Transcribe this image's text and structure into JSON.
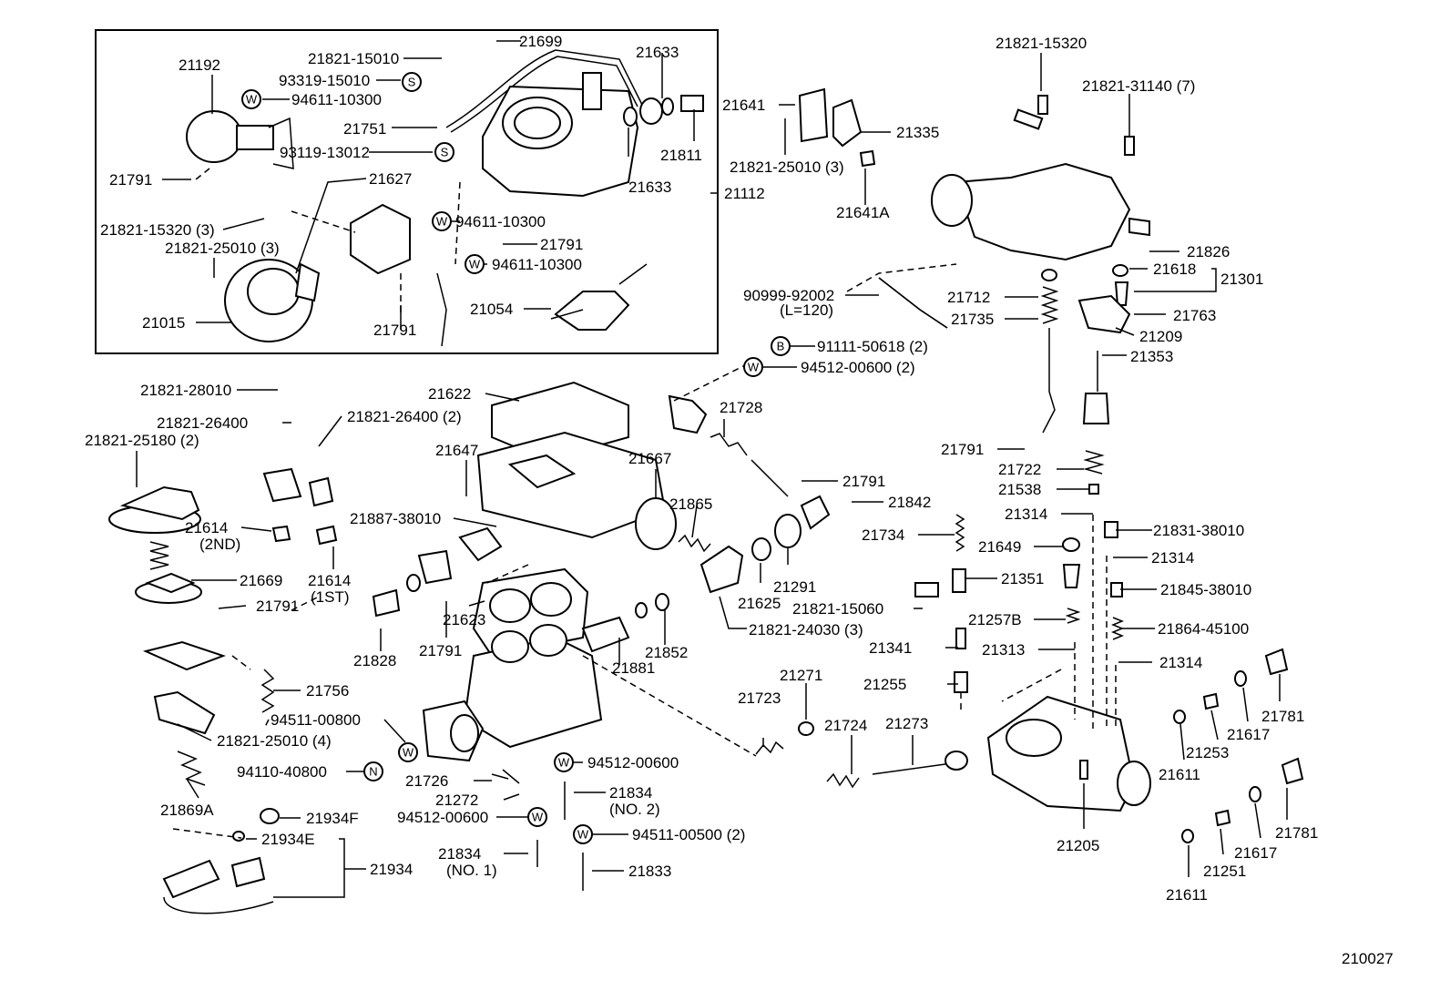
{
  "diagram": {
    "code": "210027",
    "labels": {
      "l21192": "21192",
      "l21821_15010": "21821-15010",
      "l21699": "21699",
      "l21633a": "21633",
      "l93319_15010": "93319-15010",
      "l94611_10300a": "94611-10300",
      "l21751": "21751",
      "l21811": "21811",
      "l93119_13012": "93119-13012",
      "l21791a": "21791",
      "l21627": "21627",
      "l21633b": "21633",
      "l21112": "21112",
      "l21821_15320_3": "21821-15320 (3)",
      "l94611_10300b": "94611-10300",
      "l21821_25010_3a": "21821-25010 (3)",
      "l21791b": "21791",
      "l94611_10300c": "94611-10300",
      "l21054": "21054",
      "l21015": "21015",
      "l21791c": "21791",
      "l21641": "21641",
      "l21335": "21335",
      "l21821_25010_3b": "21821-25010 (3)",
      "l21641a": "21641A",
      "l21821_15320": "21821-15320",
      "l21821_31140": "21821-31140 (7)",
      "l21826": "21826",
      "l21618": "21618",
      "l21301": "21301",
      "l90999_92002": "90999-92002",
      "l120": "(L=120)",
      "l21712": "21712",
      "l21735": "21735",
      "l21763": "21763",
      "l21209": "21209",
      "l91111_50618": "91111-50618 (2)",
      "l94512_00600_2": "94512-00600 (2)",
      "l21353": "21353",
      "l21821_28010": "21821-28010",
      "l21622": "21622",
      "l21728": "21728",
      "l21821_26400": "21821-26400",
      "l21821_26400_2": "21821-26400 (2)",
      "l21821_25180": "21821-25180 (2)",
      "l21647": "21647",
      "l21791d": "21791",
      "l21722": "21722",
      "l21538": "21538",
      "l21667": "21667",
      "l21791e": "21791",
      "l21842": "21842",
      "l21865": "21865",
      "l21314a": "21314",
      "l21887_38010": "21887-38010",
      "l21614_2nd": "21614",
      "l2nd": "(2ND)",
      "l21614_1st": "21614",
      "l1st": "(1ST)",
      "l21734": "21734",
      "l21831_38010": "21831-38010",
      "l21649": "21649",
      "l21314b": "21314",
      "l21669": "21669",
      "l21625": "21625",
      "l21291": "21291",
      "l21351": "21351",
      "l21845_38010": "21845-38010",
      "l21821_15060": "21821-15060",
      "l21791f": "21791",
      "l21623": "21623",
      "l21821_24030": "21821-24030 (3)",
      "l21257b": "21257B",
      "l21864_45100": "21864-45100",
      "l21828": "21828",
      "l21791g": "21791",
      "l21852": "21852",
      "l21341": "21341",
      "l21313": "21313",
      "l21314c": "21314",
      "l21881": "21881",
      "l21756": "21756",
      "l21271": "21271",
      "l21255": "21255",
      "l21781a": "21781",
      "l94511_00800": "94511-00800",
      "l21723": "21723",
      "l21617a": "21617",
      "l21821_25010_4": "21821-25010 (4)",
      "l21724": "21724",
      "l21273": "21273",
      "l21253": "21253",
      "l94512_00600": "94512-00600",
      "l94110_40800": "94110-40800",
      "l21726": "21726",
      "l21611a": "21611",
      "l21834_2": "21834",
      "lno2": "(NO. 2)",
      "l21272": "21272",
      "l21869a": "21869A",
      "l21934f": "21934F",
      "l94512_00600b": "94512-00600",
      "l21781b": "21781",
      "l94511_00500": "94511-00500 (2)",
      "l21934e": "21934E",
      "l21205": "21205",
      "l21617b": "21617",
      "l21834_1": "21834",
      "lno1": "(NO. 1)",
      "l21833": "21833",
      "l21251": "21251",
      "l21934": "21934",
      "l21611b": "21611"
    },
    "symbols": {
      "w": "W",
      "s": "S",
      "b": "B",
      "n": "N"
    }
  }
}
